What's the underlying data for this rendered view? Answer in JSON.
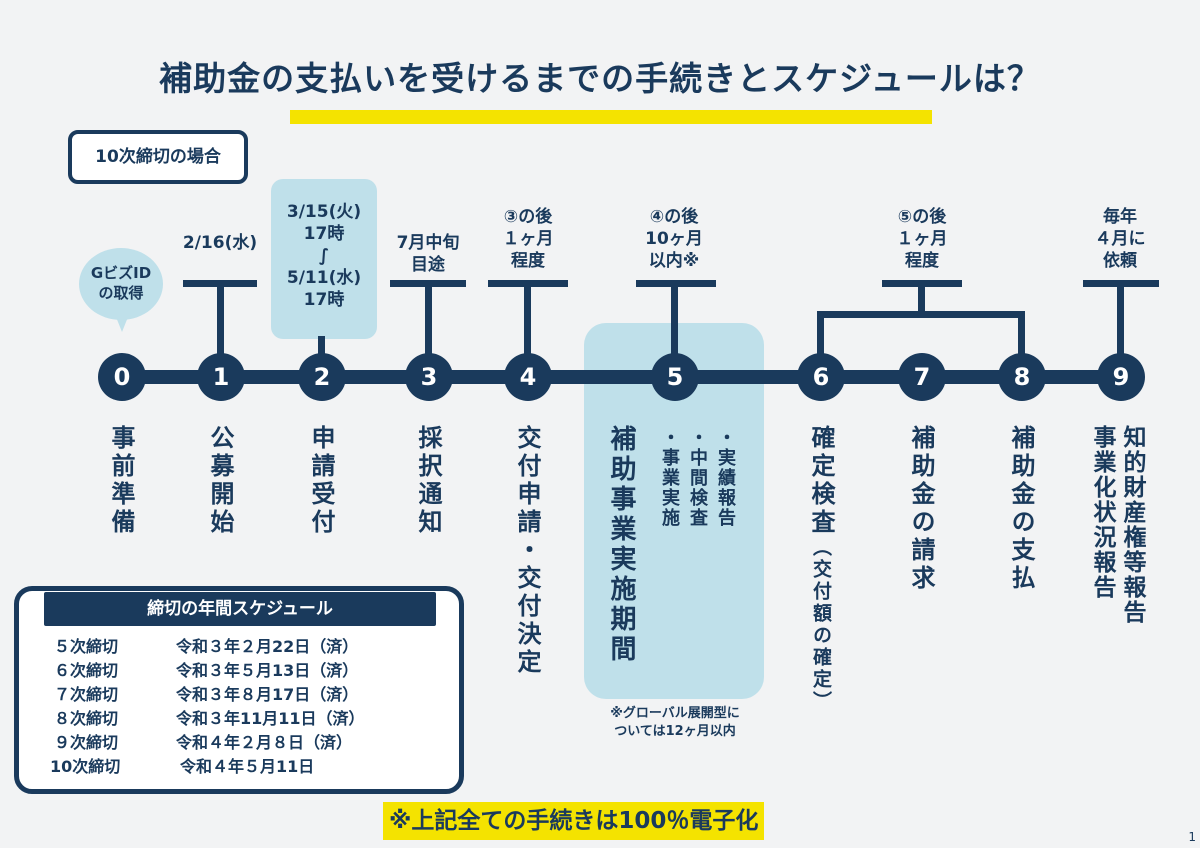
{
  "title": "補助金の支払いを受けるまでの手続きとスケジュールは？",
  "case_label": "10次締切の場合",
  "colors": {
    "navy": "#1a3a5c",
    "light_blue": "#bfe0ea",
    "yellow": "#f4e300",
    "background": "#f2f3f4"
  },
  "steps": [
    {
      "number": "0",
      "above": "GビズID\nの取得",
      "label": "事前準備"
    },
    {
      "number": "1",
      "above": "2/16(水)",
      "label": "公募開始"
    },
    {
      "number": "2",
      "above": "3/15(火)\n17時\n∫\n5/11(水)\n17時",
      "label": "申請受付"
    },
    {
      "number": "3",
      "above": "7月中旬\n目途",
      "label": "採択通知"
    },
    {
      "number": "4",
      "above": "③の後\n１ヶ月\n程度",
      "label": "交付申請・交付決定"
    },
    {
      "number": "5",
      "above": "④の後\n10ヶ月\n以内※",
      "label": "補助事業実施期間",
      "sub_items": [
        "・事業実施",
        "・中間検査",
        "・実績報告"
      ]
    },
    {
      "number": "6",
      "label": "確定検査",
      "label_note": "（交付額の確定）"
    },
    {
      "number": "7",
      "label": "補助金の請求"
    },
    {
      "number": "8",
      "label": "補助金の支払"
    },
    {
      "number": "9",
      "above": "毎年\n４月に\n依頼",
      "label": "知的財産権等報告",
      "label_col2": "事業化状況報告"
    }
  ],
  "shared_above_6_8": "⑤の後\n１ヶ月\n程度",
  "footnote": "※グローバル展開型に\nついては12ヶ月以内",
  "schedule": {
    "header": "締切の年間スケジュール",
    "rows": [
      {
        "name": "５次締切",
        "date": "令和３年２月22日（済）"
      },
      {
        "name": "６次締切",
        "date": "令和３年５月13日（済）"
      },
      {
        "name": "７次締切",
        "date": "令和３年８月17日（済）"
      },
      {
        "name": "８次締切",
        "date": "令和３年11月11日（済）"
      },
      {
        "name": "９次締切",
        "date": "令和４年２月８日（済）"
      },
      {
        "name": "10次締切",
        "date": "令和４年５月11日"
      }
    ]
  },
  "bottom_note": "※上記全ての手続きは100％電子化",
  "page_number": "1"
}
